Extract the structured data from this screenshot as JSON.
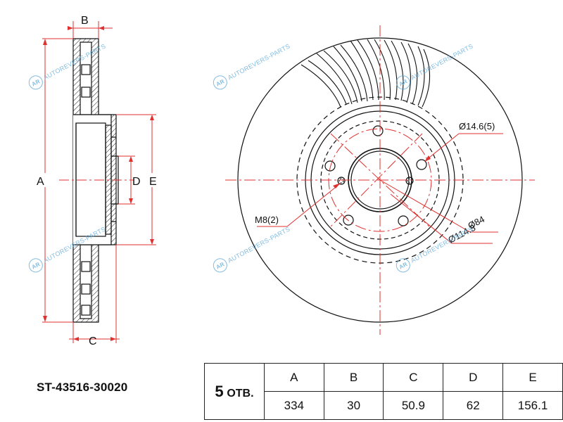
{
  "dimension_labels": {
    "A": "A",
    "B": "B",
    "C": "C",
    "D": "D",
    "E": "E"
  },
  "callouts": {
    "bolt_hole": "Ø14.6(5)",
    "thread": "M8(2)",
    "center_bore": "Ø84",
    "pcd": "Ø114.3"
  },
  "watermark": {
    "text": "AUTOREVERS-PARTS",
    "logo": "AR"
  },
  "part_number": "ST-43516-30020",
  "specs": {
    "holes_count": "5",
    "holes_unit": "ОТВ.",
    "headers": [
      "A",
      "B",
      "C",
      "D",
      "E"
    ],
    "values": [
      "334",
      "30",
      "50.9",
      "62",
      "156.1"
    ]
  },
  "colors": {
    "line": "#111111",
    "center_line": "#e0312f",
    "watermark": "#5aa6d6"
  }
}
